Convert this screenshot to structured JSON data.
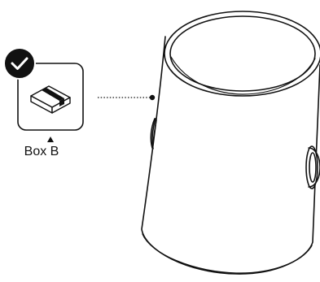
{
  "part": {
    "label": "Box B",
    "status": "selected",
    "status_icon": "checkmark-icon",
    "part_icon": "box-icon",
    "pointer_icon": "triangle-up-icon"
  },
  "object": {
    "icon": "cylindrical-container",
    "leader_line": "dotted"
  },
  "colors": {
    "stroke": "#111111",
    "background": "#ffffff",
    "badge_fill": "#111111",
    "badge_check": "#ffffff",
    "box_band": "#111111"
  }
}
